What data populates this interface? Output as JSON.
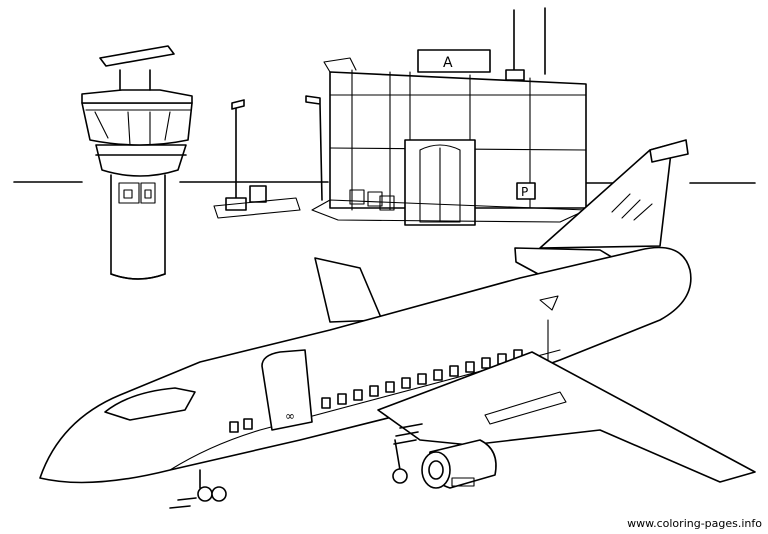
{
  "terminal": {
    "sign_letter": "A",
    "parking_letter": "P"
  },
  "airplane": {
    "door_mark": "∞"
  },
  "watermark": "www.coloring-pages.info"
}
